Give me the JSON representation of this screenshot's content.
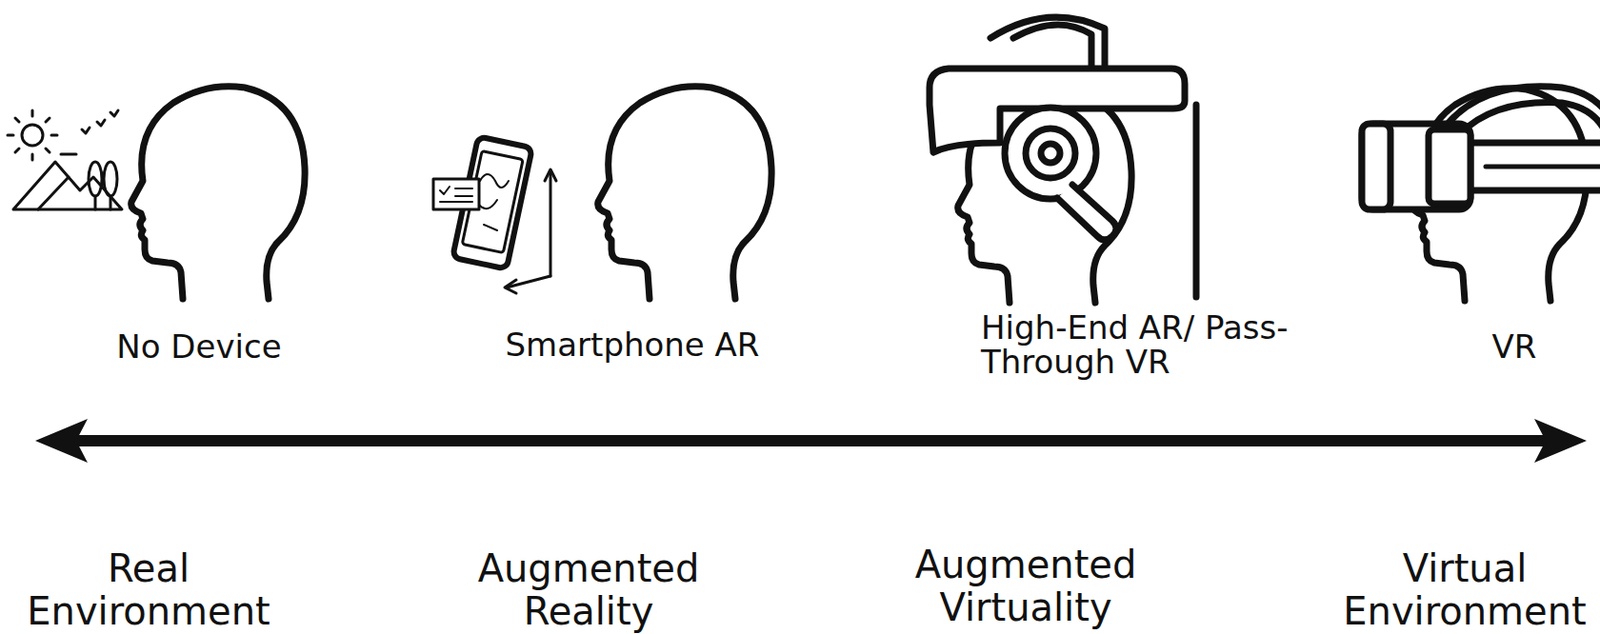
{
  "diagram": {
    "labels": [
      "No Device",
      "Smartphone AR",
      "High-End AR/ Pass-Through VR",
      "VR",
      "Real Environment",
      "Augmented Reality",
      "Augmented Virtuality",
      "Virtual Environment"
    ]
  }
}
